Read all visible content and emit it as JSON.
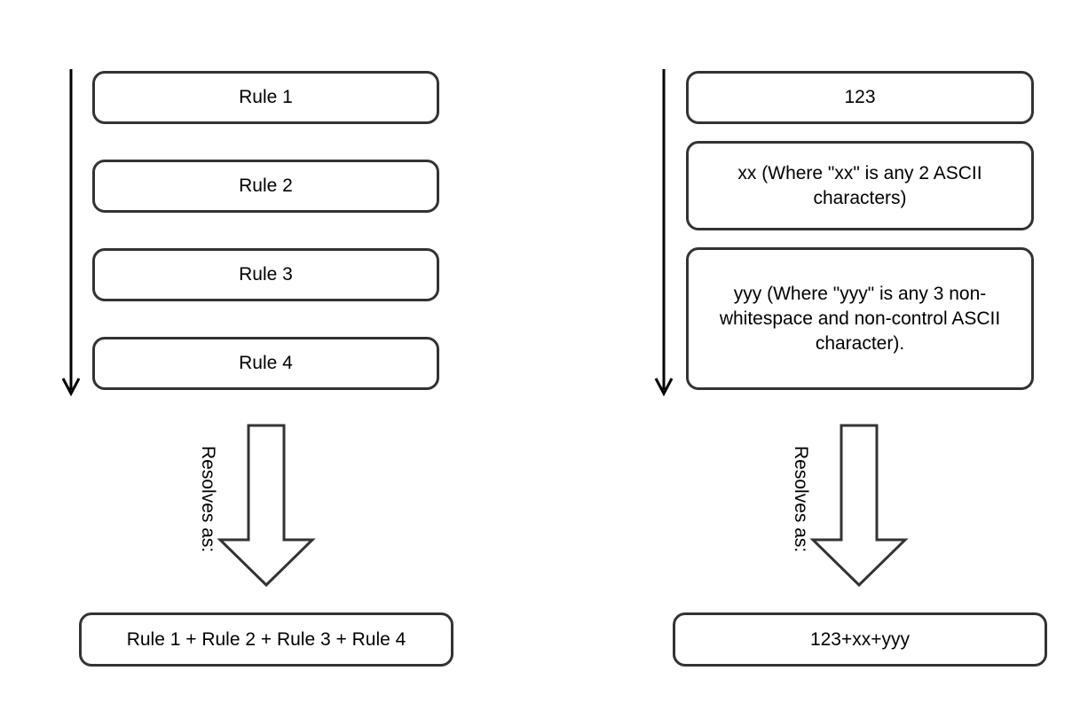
{
  "left_panel": {
    "rules": [
      "Rule 1",
      "Rule 2",
      "Rule 3",
      "Rule 4"
    ],
    "resolves_label": "Resolves as:",
    "result": "Rule 1 + Rule 2 + Rule 3 + Rule 4"
  },
  "right_panel": {
    "rules": [
      "123",
      "xx (Where \"xx\" is any 2 ASCII characters)",
      "yyy (Where \"yyy\" is any 3 non-whitespace and non-control ASCII character)."
    ],
    "resolves_label": "Resolves as:",
    "result": "123+xx+yyy"
  },
  "colors": {
    "stroke": "#333333",
    "arrow": "#000000",
    "background": "#ffffff"
  }
}
